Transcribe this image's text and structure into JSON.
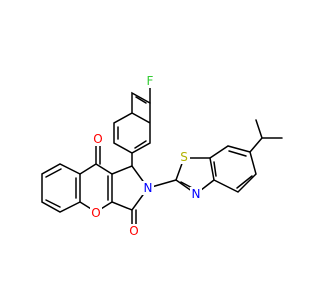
{
  "atoms": {
    "fluorine": {
      "symbol": "F",
      "color": "#33cc33"
    },
    "oxygen_ketone": {
      "symbol": "O",
      "color": "#ff0000"
    },
    "oxygen_ring": {
      "symbol": "O",
      "color": "#ff0000"
    },
    "oxygen_lactam": {
      "symbol": "O",
      "color": "#ff0000"
    },
    "nitrogen_ring": {
      "symbol": "N",
      "color": "#0000ff"
    },
    "sulfur": {
      "symbol": "S",
      "color": "#b2b200"
    },
    "nitrogen_thiazole": {
      "symbol": "N",
      "color": "#0000ff"
    }
  },
  "colors": {
    "bond": "#000000",
    "background": "#ffffff"
  }
}
